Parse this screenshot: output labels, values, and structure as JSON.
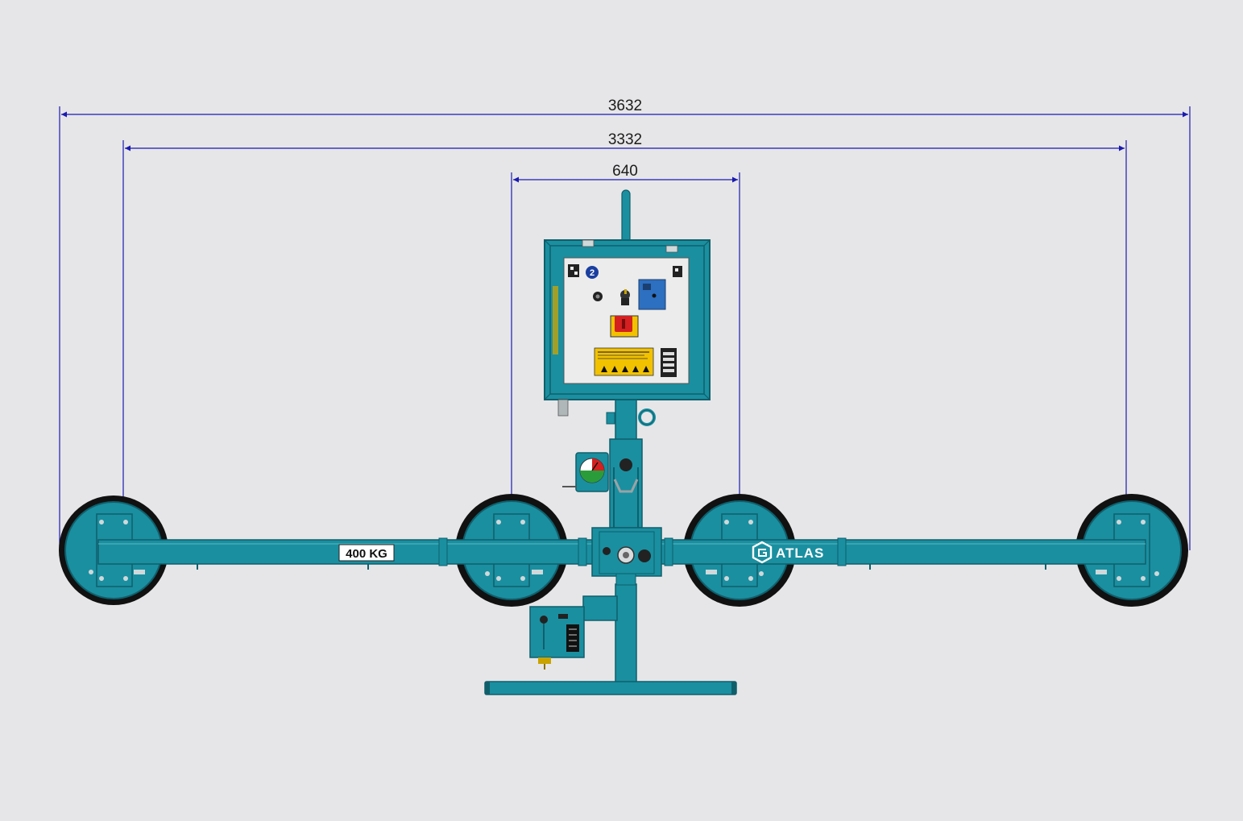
{
  "dimensions": {
    "overall_width": "3632",
    "pad_centers_outer": "3332",
    "pad_centers_inner": "640"
  },
  "labels": {
    "capacity": "400 KG",
    "brand": "ATLAS",
    "circuit_number": "2"
  },
  "colors": {
    "frame": "#1a8fa0",
    "frame_dark": "#0f5f6b",
    "pad_rubber": "#111111",
    "dimension_line": "#1a1ab0",
    "background": "#e6e6e8",
    "panel_face": "#ececec",
    "warning_label": "#f2c200",
    "isolator_switch": "#d42020",
    "vacuum_switch": "#2d6fc0"
  },
  "icons": {
    "brand_logo": "atlas-logo-icon",
    "gauge": "vacuum-gauge-icon"
  }
}
